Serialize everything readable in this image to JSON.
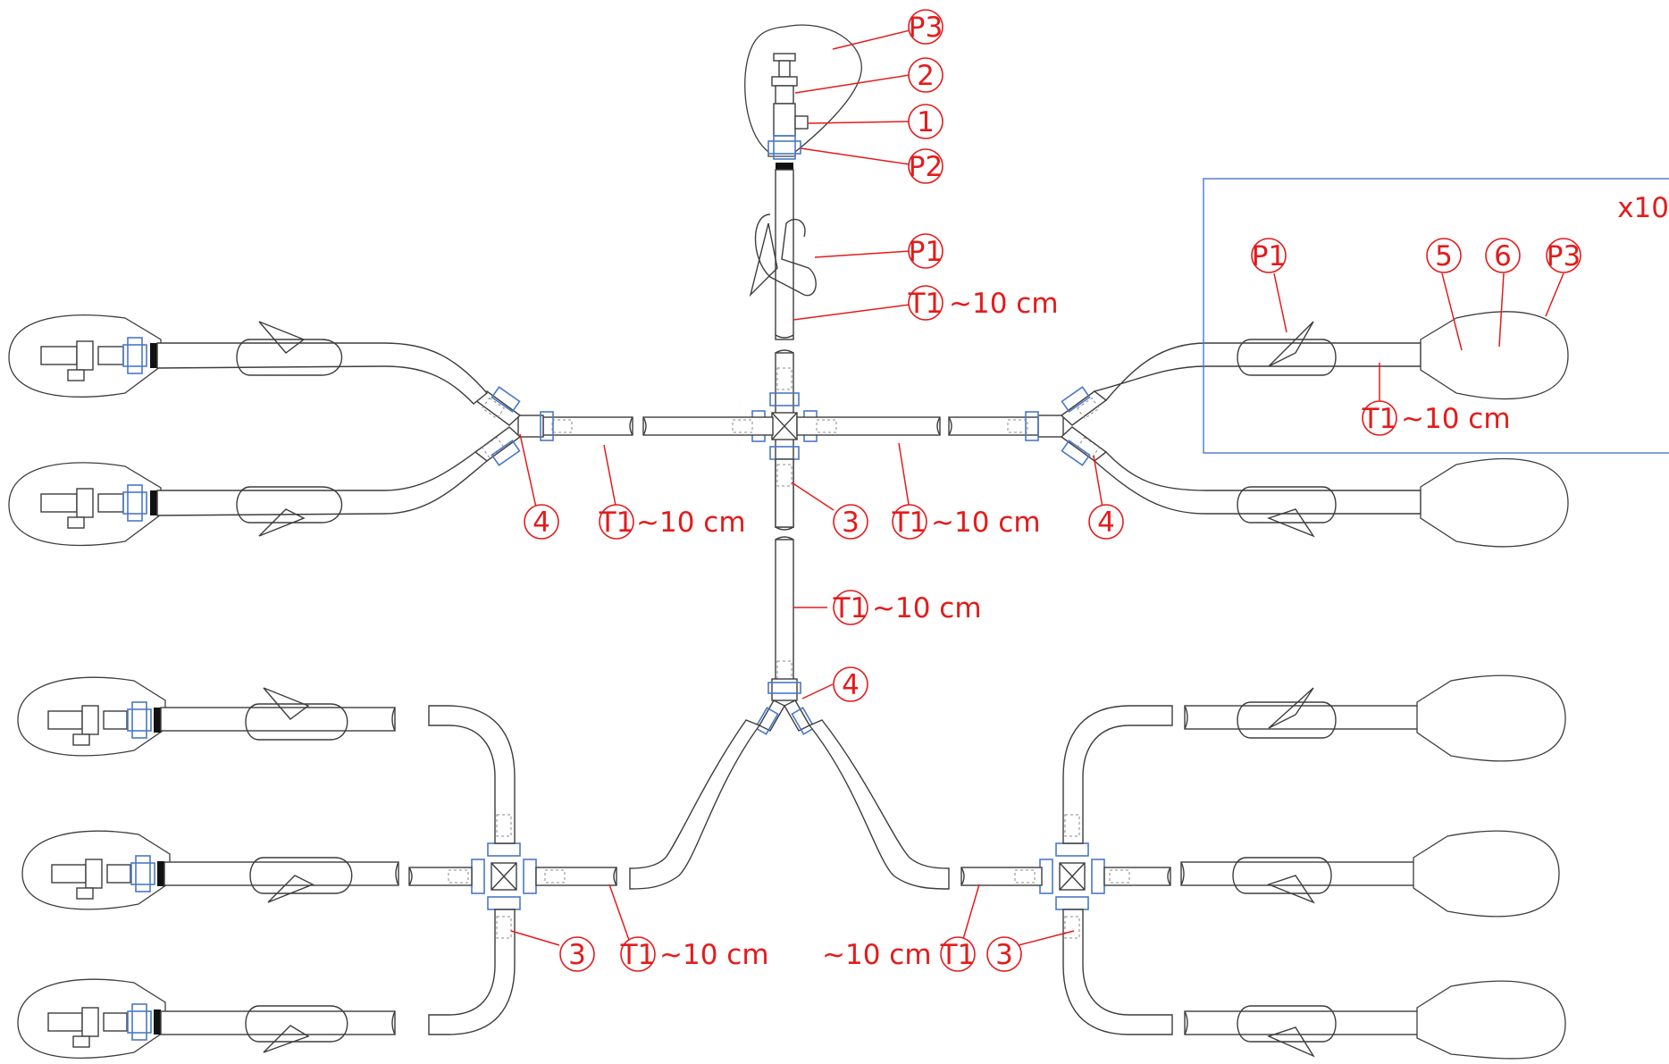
{
  "diagram": {
    "multiplier": "x10",
    "length_label": "~10 cm",
    "callouts": {
      "p3_top": "P3",
      "c2": "2",
      "c1": "1",
      "p2": "P2",
      "p1_top": "P1",
      "t1_top": "T1",
      "t1_left_mid": "T1",
      "c3_center": "3",
      "t1_right_mid": "T1",
      "c4_left": "4",
      "c4_right": "4",
      "t1_vertical": "T1",
      "c4_lower": "4",
      "c3_lower_left": "3",
      "t1_lower_left": "T1",
      "t1_lower_right": "T1",
      "c3_lower_right": "3",
      "inset_p1": "P1",
      "inset_5": "5",
      "inset_6": "6",
      "inset_p3": "P3",
      "inset_t1": "T1"
    },
    "colors": {
      "callout": "#e41b1b",
      "connector": "#4a78c8",
      "line": "#3d3d3d"
    }
  }
}
